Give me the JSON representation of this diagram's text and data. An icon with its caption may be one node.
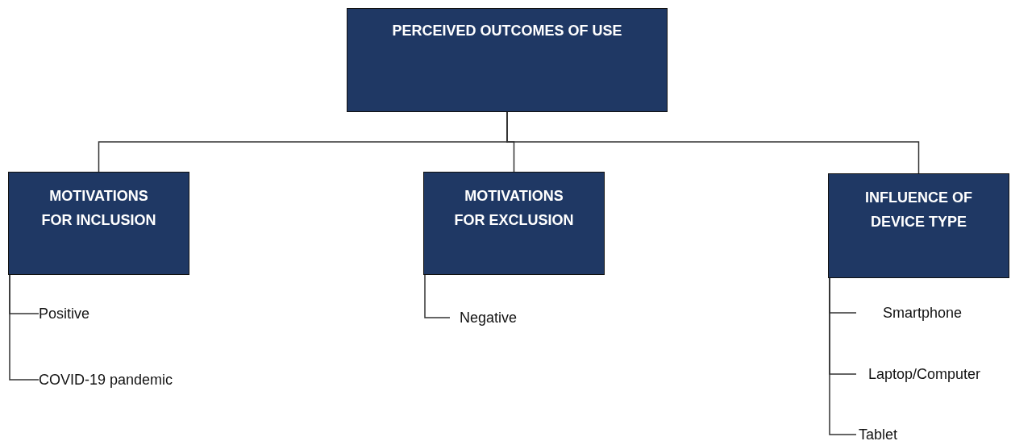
{
  "diagram": {
    "nodes": [
      {
        "text": [
          "PERCEIVED OUTCOMES OF USE"
        ]
      },
      {
        "text": [
          "MOTIVATIONS FOR INCLUSION"
        ]
      },
      {
        "text": [
          "MOTIVATIONS FOR EXCLUSION"
        ]
      },
      {
        "text": [
          "INFLUENCE OF DEVICE TYPE"
        ]
      },
      {
        "text": [
          "Positive"
        ]
      },
      {
        "text": [
          "COVID-19 pandemic"
        ]
      },
      {
        "text": [
          "Negative"
        ]
      },
      {
        "text": [
          "Smartphone"
        ]
      },
      {
        "text": [
          "Laptop/Computer"
        ]
      },
      {
        "text": [
          "Tablet"
        ]
      }
    ],
    "edges": [
      {
        "from": 0,
        "to": 1,
        "arrow": "none"
      },
      {
        "from": 0,
        "to": 2,
        "arrow": "none"
      },
      {
        "from": 0,
        "to": 3,
        "arrow": "none"
      },
      {
        "from": 1,
        "to": 4,
        "arrow": "none"
      },
      {
        "from": 1,
        "to": 5,
        "arrow": "none"
      },
      {
        "from": 2,
        "to": 6,
        "arrow": "none"
      },
      {
        "from": 3,
        "to": 7,
        "arrow": "none"
      },
      {
        "from": 3,
        "to": 8,
        "arrow": "none"
      },
      {
        "from": 3,
        "to": 9,
        "arrow": "none"
      }
    ]
  }
}
